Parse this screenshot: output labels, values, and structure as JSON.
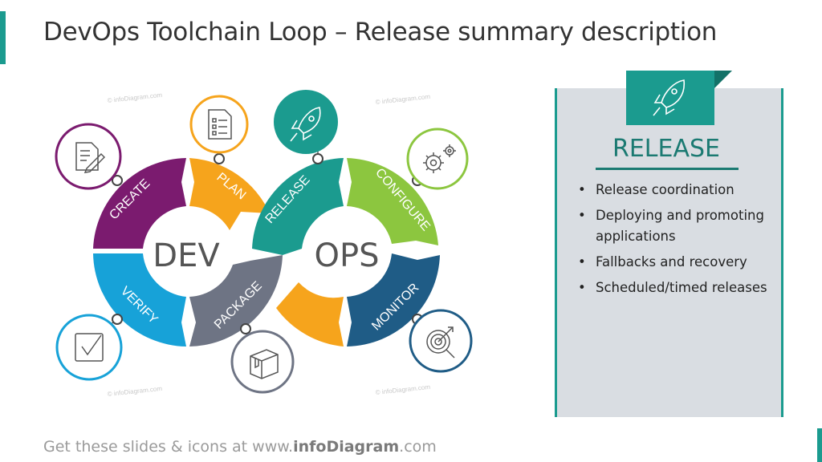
{
  "title": "DevOps Toolchain Loop – Release summary description",
  "diagram": {
    "dev_label": "DEV",
    "ops_label": "OPS",
    "stages": [
      "CREATE",
      "PLAN",
      "RELEASE",
      "CONFIGURE",
      "MONITOR",
      "PACKAGE",
      "VERIFY"
    ],
    "colors": {
      "create": "#7b1b6f",
      "plan": "#f6a41c",
      "release": "#1b9b8f",
      "configure": "#8cc63f",
      "monitor": "#1f5c86",
      "package": "#6e7484",
      "verify": "#17a2d8",
      "ops_bottom": "#f6a41c"
    },
    "icons": [
      "document-edit-icon",
      "checklist-icon",
      "rocket-icon",
      "gears-icon",
      "target-search-icon",
      "box-icon",
      "checkbox-icon"
    ],
    "watermark": "© infoDiagram.com"
  },
  "panel": {
    "heading": "RELEASE",
    "icon": "rocket-icon",
    "items": [
      "Release  coordination",
      "Deploying and promoting applications",
      "Fallbacks and recovery",
      "Scheduled/timed releases"
    ]
  },
  "footer": {
    "prefix": "Get these slides & icons at www.",
    "brand": "infoDiagram",
    "suffix": ".com"
  }
}
